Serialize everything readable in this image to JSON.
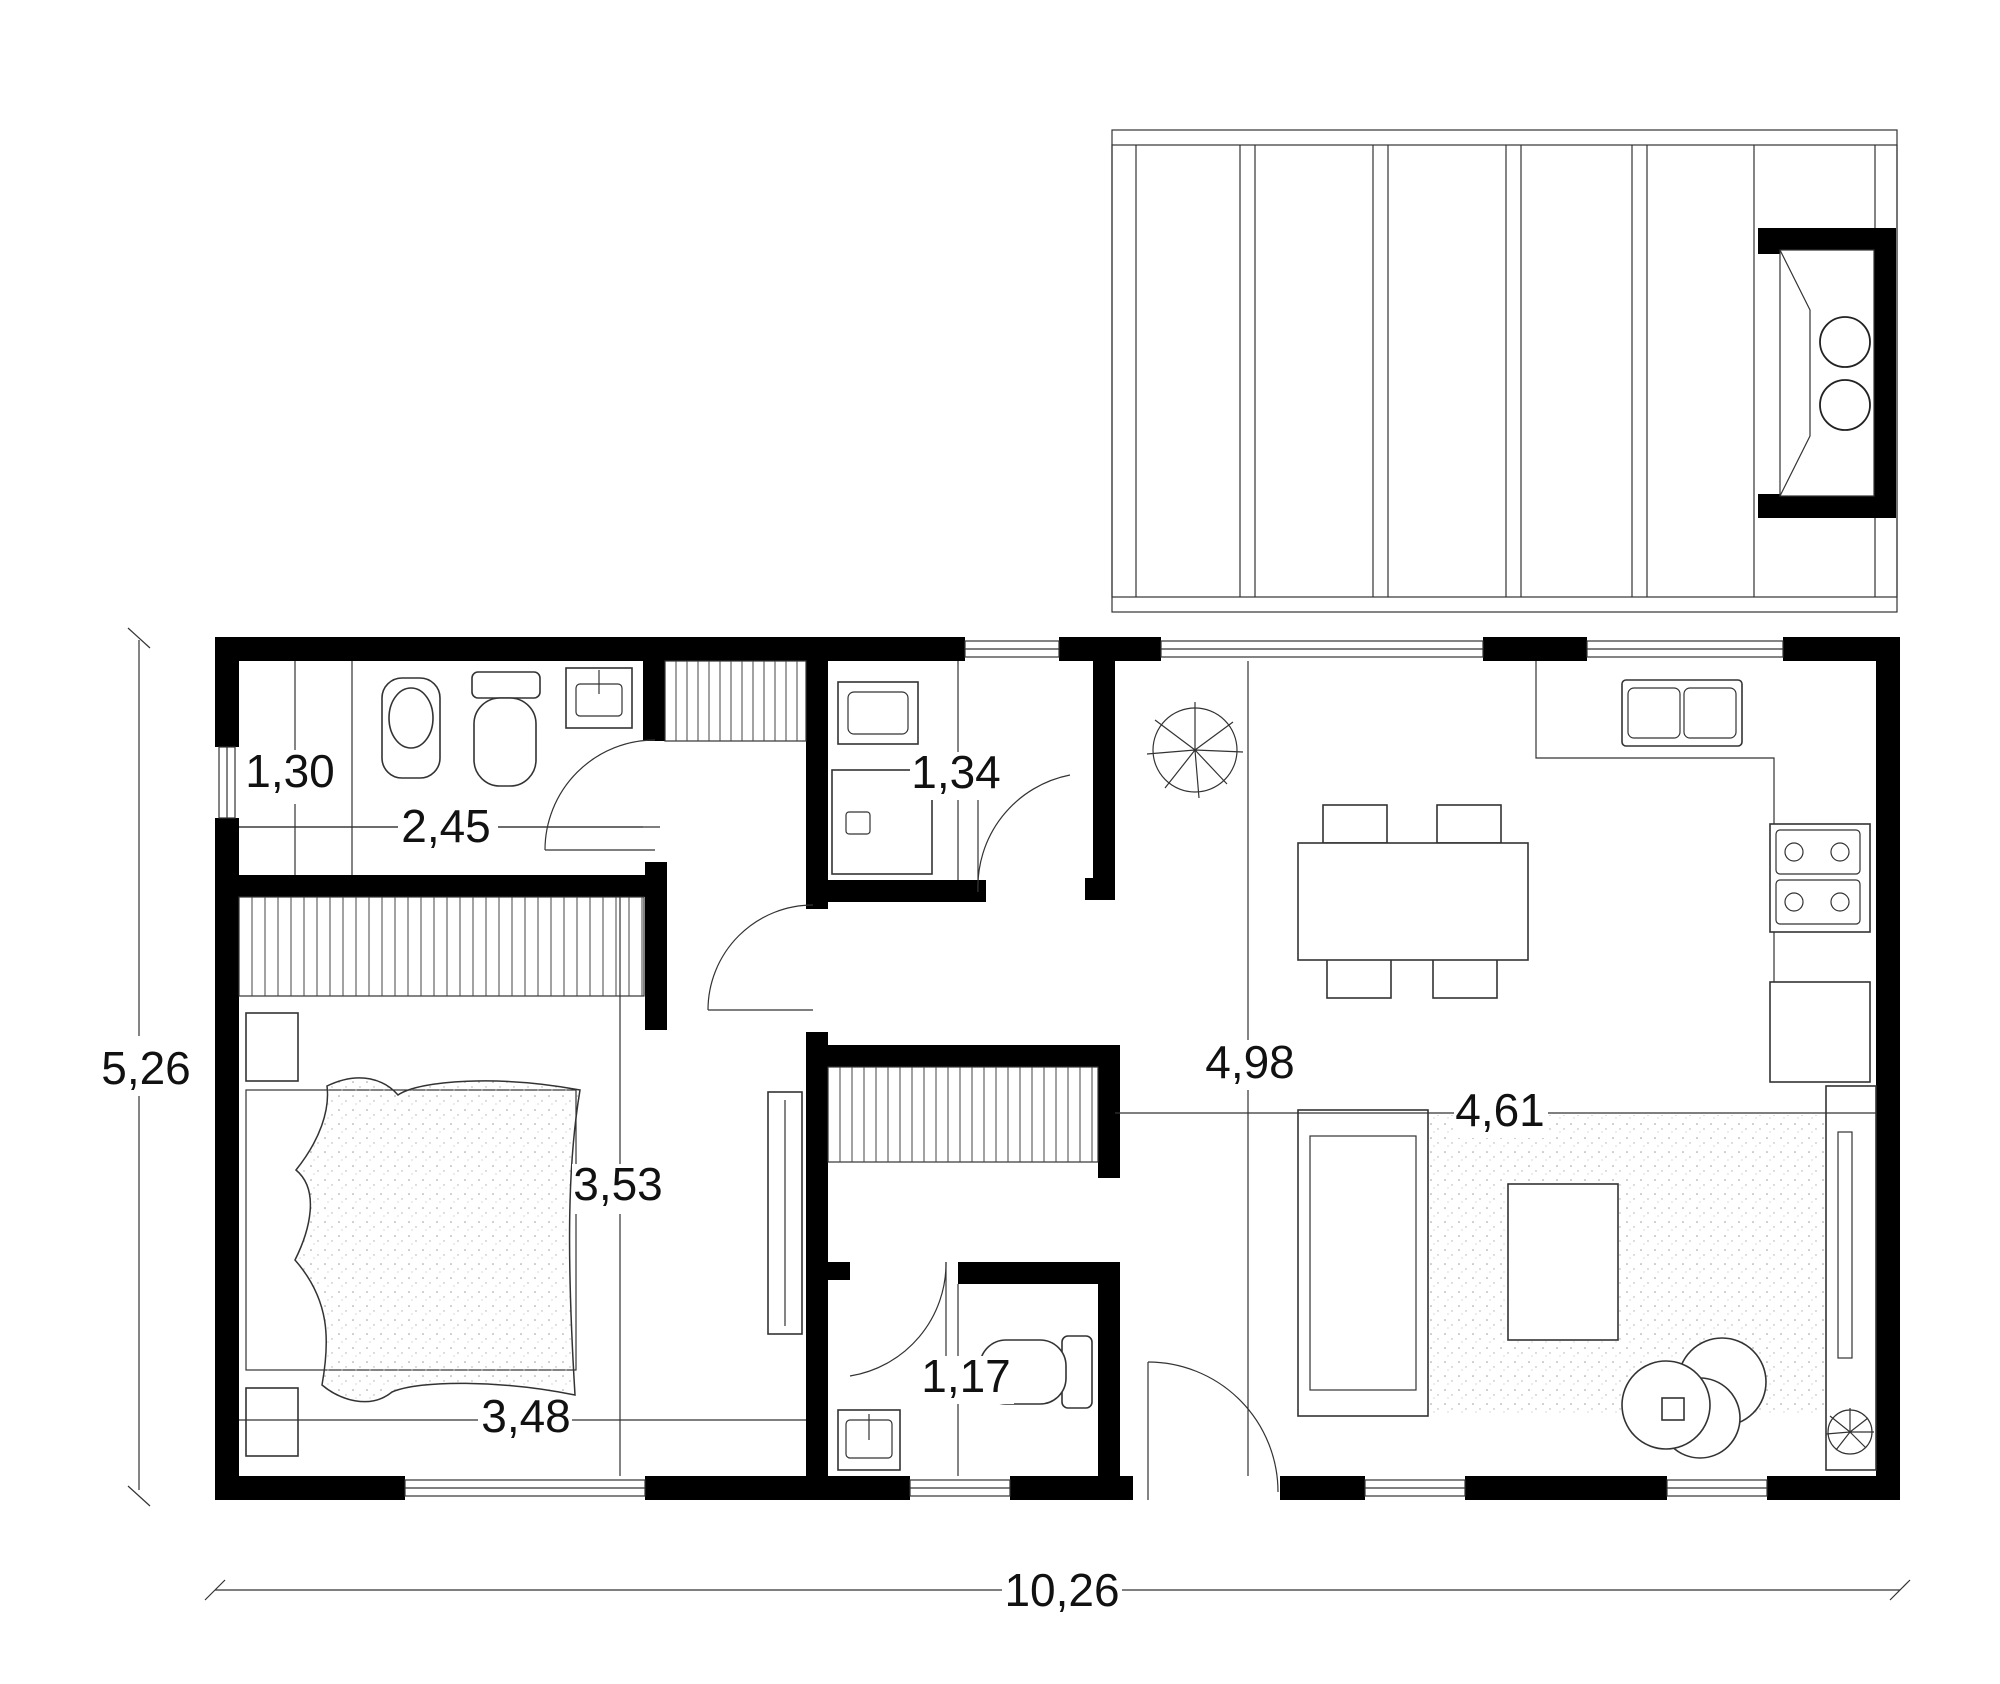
{
  "plan": {
    "overall_width": "10,26",
    "overall_depth": "5,26",
    "rooms": {
      "bathroom_depth": "1,30",
      "bathroom_width": "2,45",
      "laundry_width": "1,34",
      "bedroom_depth": "3,53",
      "bedroom_width": "3,48",
      "toilet_width": "1,17",
      "living_depth": "4,98",
      "living_width": "4,61"
    }
  },
  "colors": {
    "wall": "#000000",
    "line": "#333333",
    "background": "#ffffff"
  }
}
